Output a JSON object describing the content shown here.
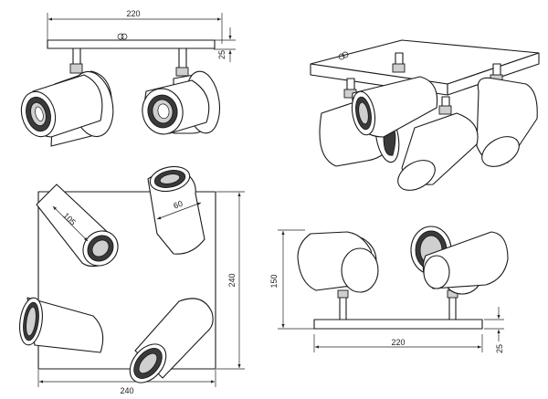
{
  "dimensions": {
    "top_width": "220",
    "top_height": "25",
    "square_side_right": "240",
    "square_side_bottom": "240",
    "cylinder_length": "105",
    "cylinder_diameter": "60",
    "front_height": "150",
    "front_width": "220",
    "front_plate_height": "25"
  },
  "colors": {
    "line": "#1a1a1a",
    "fill_dark": "#3a3a3a",
    "fill_light": "#cfcfcf",
    "background": "#ffffff"
  }
}
